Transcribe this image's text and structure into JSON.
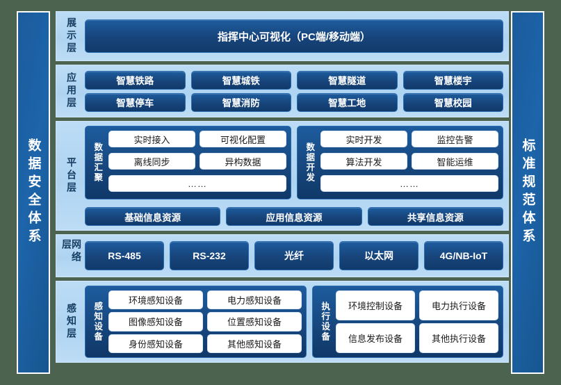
{
  "pillars": {
    "left": "数据安全体系",
    "right": "标准规范体系"
  },
  "layers": {
    "display": {
      "label": "展示层",
      "bar": "指挥中心可视化（PC端/移动端）"
    },
    "application": {
      "label": "应用层",
      "items": [
        "智慧铁路",
        "智慧城铁",
        "智慧隧道",
        "智慧楼宇",
        "智慧停车",
        "智慧消防",
        "智慧工地",
        "智慧校园"
      ]
    },
    "platform": {
      "label": "平台层",
      "groups": [
        {
          "label": "数据汇聚",
          "cells": [
            "实时接入",
            "可视化配置",
            "离线同步",
            "异构数据"
          ],
          "more": "……"
        },
        {
          "label": "数据开发",
          "cells": [
            "实时开发",
            "监控告警",
            "算法开发",
            "智能运维"
          ],
          "more": "……"
        }
      ],
      "resources": [
        "基础信息资源",
        "应用信息资源",
        "共享信息资源"
      ]
    },
    "network": {
      "label": "网络层",
      "items": [
        "RS-485",
        "RS-232",
        "光纤",
        "以太网",
        "4G/NB-IoT"
      ]
    },
    "sensing": {
      "label": "感知层",
      "groups": [
        {
          "label": "感知设备",
          "cells": [
            "环境感知设备",
            "电力感知设备",
            "图像感知设备",
            "位置感知设备",
            "身份感知设备",
            "其他感知设备"
          ]
        },
        {
          "label": "执行设备",
          "cells": [
            "环境控制设备",
            "电力执行设备",
            "信息发布设备",
            "其他执行设备"
          ]
        }
      ]
    }
  },
  "colors": {
    "background": "#4c6350",
    "panel_light": "#aed4f2",
    "chip_dark": "#17477e",
    "pillar": "#1d64aa",
    "chip_white": "#ffffff",
    "label_text": "#173f63"
  }
}
